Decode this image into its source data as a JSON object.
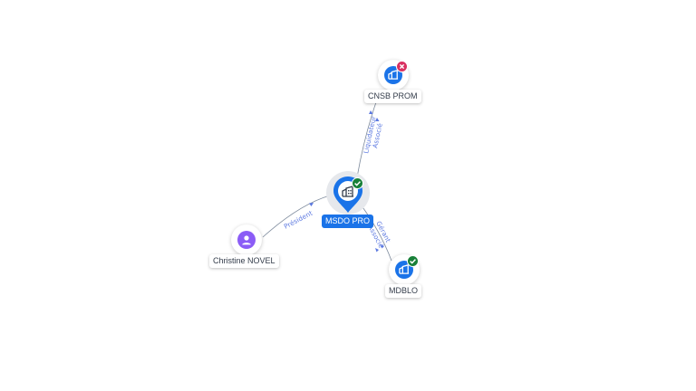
{
  "colors": {
    "company_blue": "#1a73e8",
    "person_purple": "#8b5cf6",
    "status_ok": "#188038",
    "status_closed": "#d93060",
    "edge": "#7d8a9c",
    "edge_label": "#5b78e0"
  },
  "nodes": {
    "center": {
      "label": "MSDO PRO",
      "type": "company",
      "icon": "building-icon",
      "status": "active",
      "status_icon": "check-icon"
    },
    "cnsb": {
      "label": "CNSB PROM",
      "type": "company",
      "icon": "building-icon",
      "status": "closed",
      "status_icon": "cross-icon"
    },
    "mdblo": {
      "label": "MDBLO",
      "type": "company",
      "icon": "building-icon",
      "status": "active",
      "status_icon": "check-icon"
    },
    "person": {
      "label": "Christine NOVEL",
      "type": "person",
      "icon": "person-icon"
    }
  },
  "edges": {
    "person_center": "Président",
    "center_cnsb_1": "Liquidateur",
    "center_cnsb_2": "Associé",
    "center_mdblo_1": "Gérant",
    "center_mdblo_2": "Associé"
  }
}
